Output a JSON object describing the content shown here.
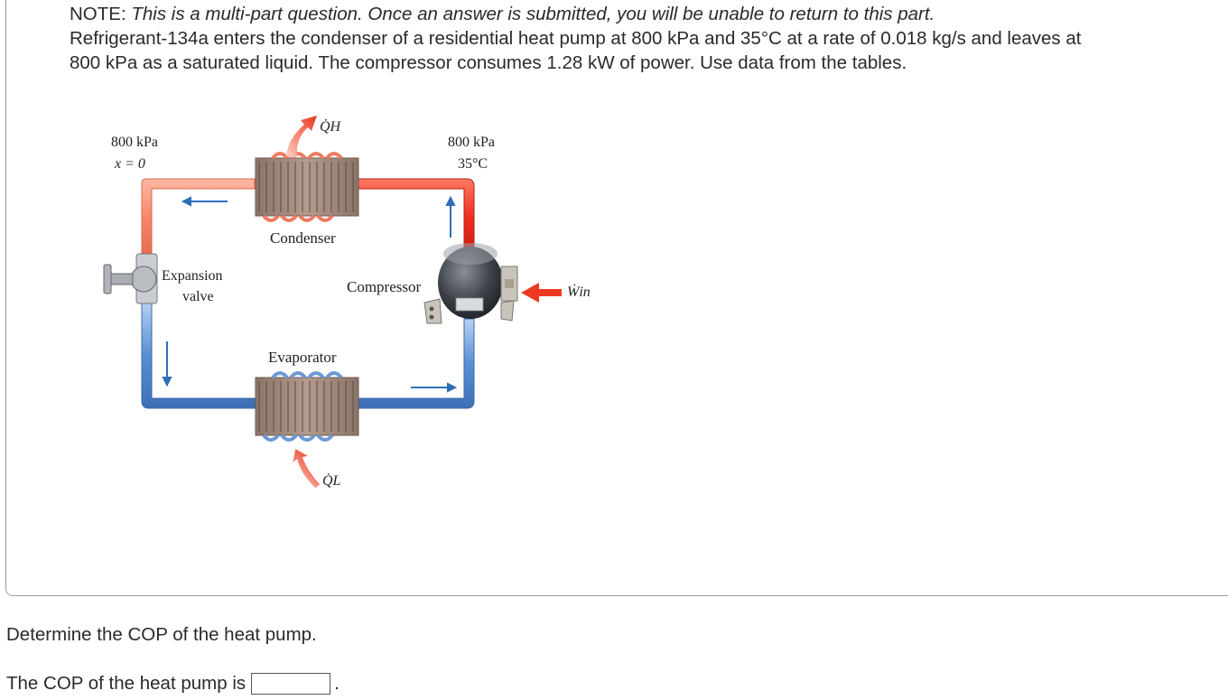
{
  "question": {
    "note_label": "NOTE:",
    "note_text": "This is a multi-part question. Once an answer is submitted, you will be unable to return to this part.",
    "problem_line1": "Refrigerant-134a enters the condenser of a residential heat pump at 800 kPa and 35°C at a rate of 0.018 kg/s and leaves at",
    "problem_line2": "800 kPa as a saturated liquid. The compressor consumes 1.28 kW of power. Use data from the tables."
  },
  "figure": {
    "left_state_pressure": "800 kPa",
    "left_state_quality": "x = 0",
    "right_state_pressure": "800 kPa",
    "right_state_temperature": "35°C",
    "heat_out_label": "Q̇H",
    "heat_in_label": "Q̇L",
    "work_in_label": "Ẇin",
    "condenser_label": "Condenser",
    "evaporator_label": "Evaporator",
    "compressor_label": "Compressor",
    "valve_label_line1": "Expansion",
    "valve_label_line2": "valve"
  },
  "part": {
    "prompt": "Determine the COP of the heat pump.",
    "answer_prefix": "The COP of the heat pump is",
    "answer_value": "",
    "answer_suffix": "."
  }
}
